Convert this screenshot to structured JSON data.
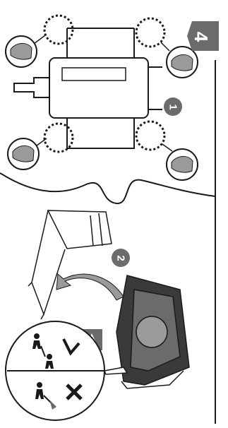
{
  "page": {
    "step_number": "4",
    "substeps": [
      "1",
      "2"
    ]
  },
  "icons": {
    "badge": "step-tab-icon",
    "hands": "gloved-hand-icon",
    "warning": "warning-triangle-icon",
    "lift_ok": "two-person-lift-icon",
    "lift_bad": "one-person-lift-prohibited-icon"
  },
  "colors": {
    "badge_fill": "#6b6b6b",
    "circle_fill": "#6b6b6b",
    "line": "#1a1a1a",
    "hand_fill": "#9a9a9a"
  }
}
